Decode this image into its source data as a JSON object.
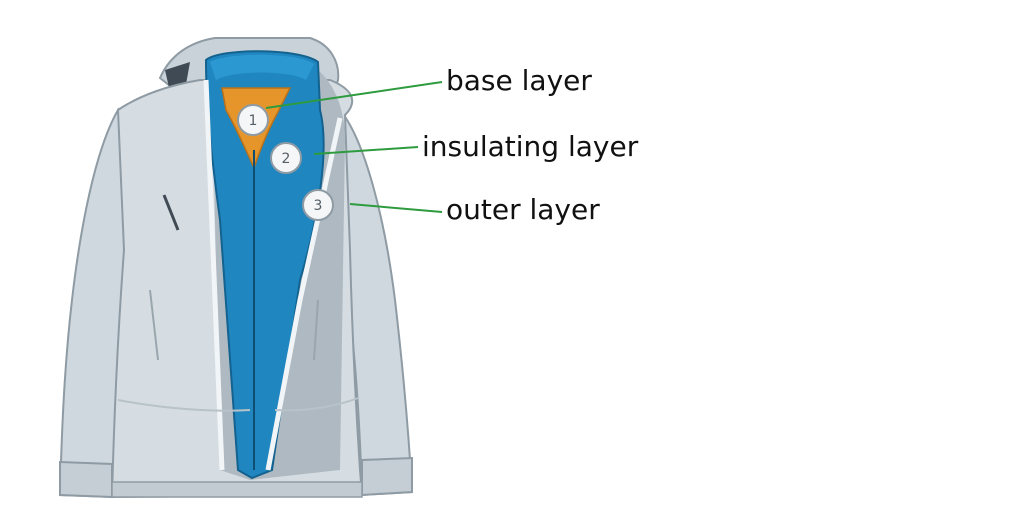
{
  "diagram": {
    "subject": "jacket",
    "colors": {
      "shell": "#d5dde2",
      "shell_shadow": "#aeb9c1",
      "insulating": "#1f86c0",
      "base": "#e6952a",
      "leader_line": "#2e9b3e"
    },
    "callouts": [
      {
        "number": "1",
        "label": "base layer"
      },
      {
        "number": "2",
        "label": "insulating layer"
      },
      {
        "number": "3",
        "label": "outer layer"
      }
    ]
  }
}
